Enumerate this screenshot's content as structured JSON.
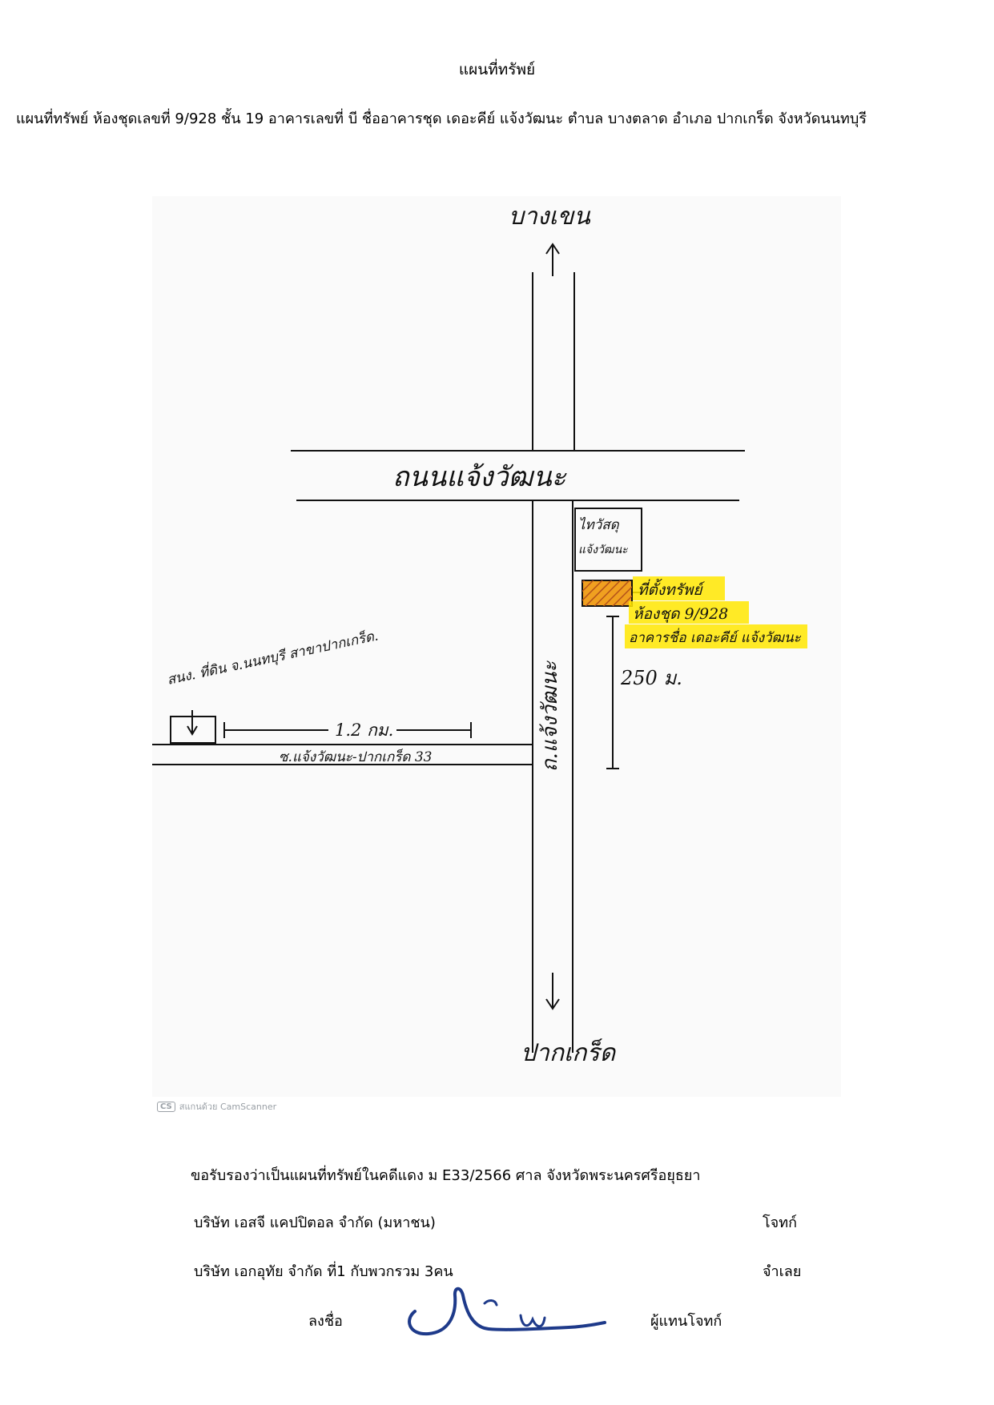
{
  "document": {
    "title": "แผนที่ทรัพย์",
    "subtitle": "แผนที่ทรัพย์ ห้องชุดเลขที่ 9/928  ชั้น 19 อาคารเลขที่ บี  ชื่ออาคารชุด เดอะคีย์ แจ้งวัฒนะ  ตำบล บางตลาด อำเภอ ปากเกร็ด จังหวัดนนทบุรี"
  },
  "map": {
    "north_label": "บางเขน",
    "main_road_label": "ถนนแจ้งวัฒนะ",
    "south_label": "ปากเกร็ด",
    "vertical_road_label": "ถ.แจ้งวัฒนะ",
    "landmark_box_label_1": "ไทวัสดุ",
    "landmark_box_label_2": "แจ้งวัฒนะ",
    "property_label_1": "ที่ตั้งทรัพย์",
    "property_label_2": "ห้องชุด 9/928",
    "property_label_3": "อาคารชื่อ เดอะคีย์ แจ้งวัฒนะ",
    "distance_label": "250 ม.",
    "office_label": "สนง. ที่ดิน จ.นนทบุรี สาขาปากเกร็ด.",
    "office_distance_label": "1.2 กม.",
    "soi_label": "ซ.แจ้งวัฒนะ-ปากเกร็ด 33",
    "highlight_color": "#ffe600",
    "property_fill_color": "#f0a020"
  },
  "scanner": {
    "badge": "CS",
    "text": "สแกนด้วย CamScanner"
  },
  "certification": {
    "statement": "ขอรับรองว่าเป็นแผนที่ทรัพย์ในคดีแดง  ม E33/2566    ศาล  จังหวัดพระนครศรีอยุธยา",
    "parties": [
      {
        "name": "บริษัท เอสจี แคปปิตอล จำกัด (มหาชน)",
        "role": "โจทก์"
      },
      {
        "name": "บริษัท เอกอุทัย จำกัด ที่1  กับพวกรวม 3คน",
        "role": "จำเลย"
      }
    ],
    "sign_label": "ลงชื่อ",
    "sign_role": "ผู้แทนโจทก์"
  }
}
